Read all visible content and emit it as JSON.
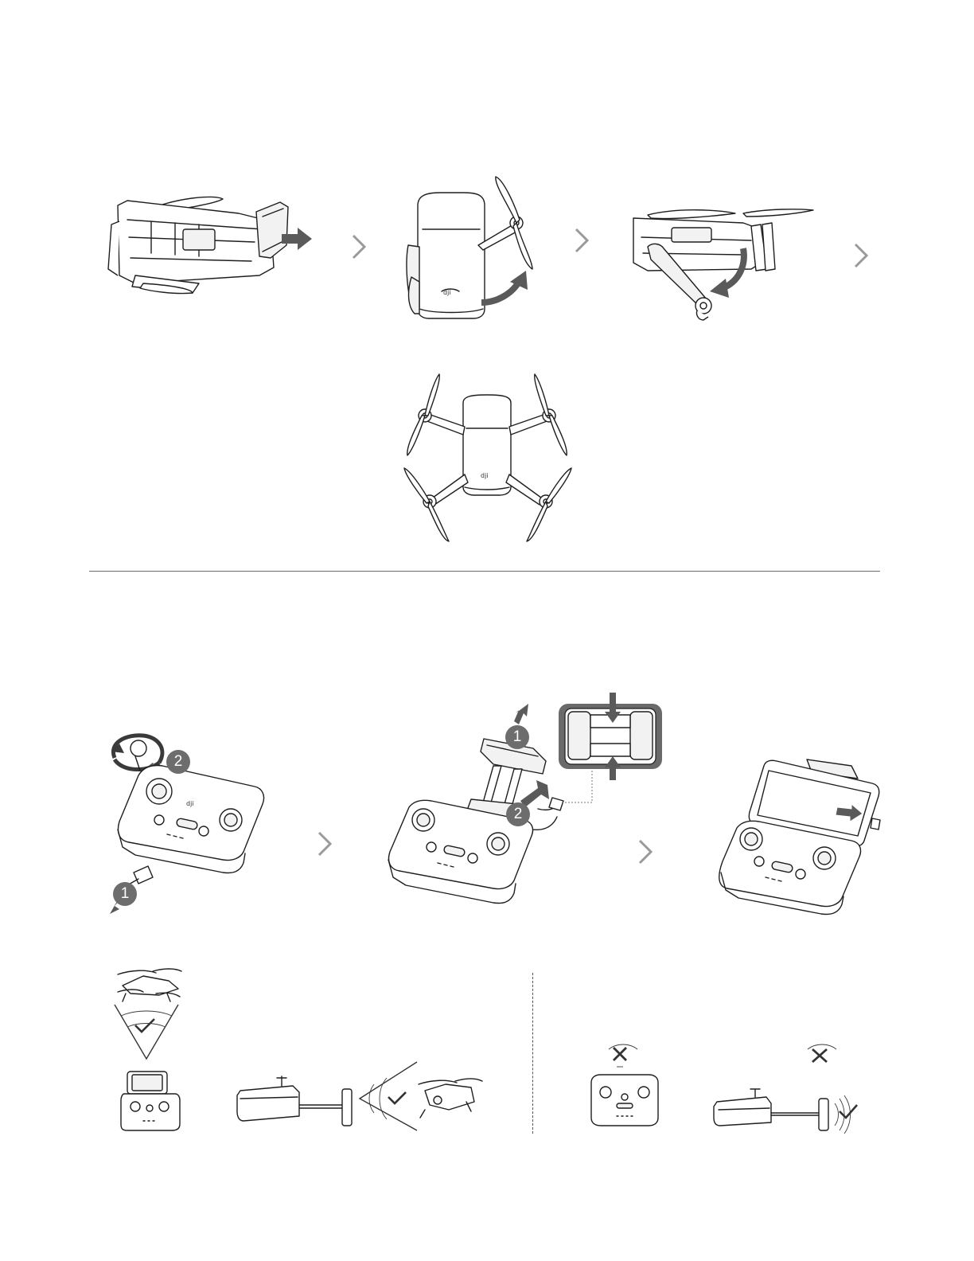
{
  "unfold_steps": {
    "icons": [
      "remove-gimbal-cover",
      "unfold-front-arms",
      "unfold-rear-arms",
      "unfolded-aircraft"
    ]
  },
  "rc_steps": {
    "badges": {
      "one": "1",
      "two": "2"
    },
    "icons": [
      "unscrew-control-sticks",
      "extend-phone-holder-connect-cable",
      "place-mobile-device"
    ]
  },
  "antenna": {
    "icons": [
      "optimal-antenna-position",
      "avoid-blocking-antenna"
    ]
  },
  "colors": {
    "arrow": "#5a5a5a",
    "badge": "#6d6d6d",
    "chevron": "#9a9a9a",
    "line": "#1e1e1e"
  }
}
